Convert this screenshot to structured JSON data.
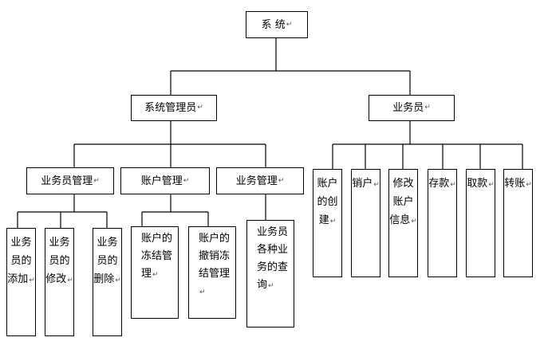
{
  "paragraph_mark": "↵",
  "nodes": {
    "root": "系  统",
    "admin": "系统管理员",
    "clerk": "业务员",
    "clerk_mgmt": "业务员管理",
    "account_mgmt": "账户管理",
    "business_mgmt": "业务管理",
    "clerk_add": "业务员的添加",
    "clerk_modify": "业务员的修改",
    "clerk_delete": "业务员的删除",
    "account_freeze": "账户的冻结管理",
    "account_unfreeze": "账户的撤销冻结管理",
    "business_query": "业务员各种业务的查询",
    "account_create": "账户的创建",
    "account_close": "销户",
    "account_edit": "修改账户信息",
    "deposit": "存款",
    "withdraw": "取款",
    "transfer": "转账"
  }
}
